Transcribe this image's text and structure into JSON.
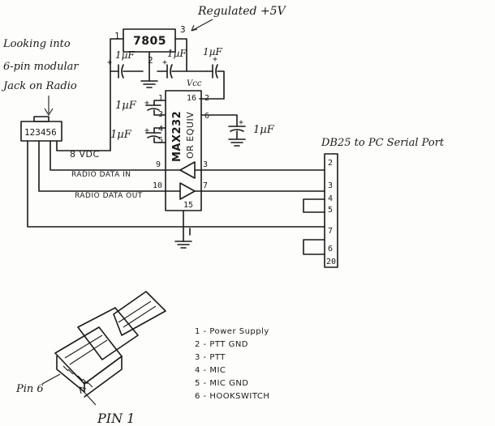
{
  "labels": {
    "regulated": "Regulated +5V",
    "ic_7805": "7805",
    "pin_1": "1",
    "pin_2": "2",
    "pin_3": "3",
    "looking_into": "Looking into",
    "six_pin_modular": "6-pin modular",
    "jack_on_radio": "Jack on Radio",
    "jack_pins": "123456",
    "vdc": "8 VDC",
    "max232": "MAX232",
    "or_equiv": "OR EQUIV",
    "vcc": "Vcc",
    "radio_data_in": "RADIO DATA IN",
    "radio_data_out": "RADIO DATA OUT",
    "db25": "DB25 to PC Serial Port",
    "pin6_label": "Pin 6",
    "pin1_label": "PIN 1"
  },
  "capacitors": {
    "c1": "1µF",
    "c2": "1µF",
    "c3": "1µF",
    "c4": "1µF",
    "c5": "1µF",
    "c6": "1µF"
  },
  "max_pins": {
    "p1": "1",
    "p3": "3",
    "p4": "4",
    "p5": "5",
    "p16": "16",
    "p2": "2",
    "p6": "6",
    "p9": "9",
    "p10": "10",
    "p3r": "3",
    "p7": "7",
    "p15": "15"
  },
  "db_pins": [
    "2",
    "3",
    "4",
    "5",
    "7",
    "6",
    "20"
  ],
  "pin_legend": [
    "1 - Power Supply",
    "2 - PTT GND",
    "3 - PTT",
    "4 - MIC",
    "5 - MIC GND",
    "6 - HOOKSWITCH"
  ]
}
